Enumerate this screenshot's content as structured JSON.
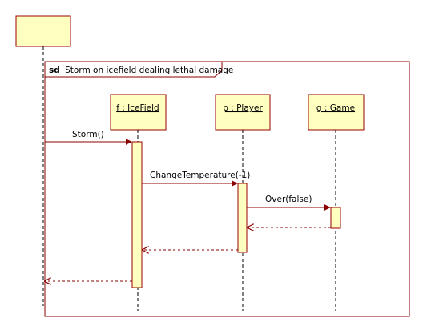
{
  "frame": {
    "keyword": "sd",
    "name": "Storm on icefield dealing lethal damage"
  },
  "lifelines": [
    {
      "id": "actor",
      "label": ""
    },
    {
      "id": "f",
      "label": "f : IceField"
    },
    {
      "id": "p",
      "label": "p : Player"
    },
    {
      "id": "g",
      "label": "g : Game"
    }
  ],
  "messages": [
    {
      "label": "Storm()"
    },
    {
      "label": "ChangeTemperature(-1)"
    },
    {
      "label": "Over(false)"
    }
  ],
  "colors": {
    "box_fill": "#FFFFC0",
    "box_stroke": "#990000",
    "message_line": "#8B0000",
    "frame_line": "#8B0000",
    "lifeline_dash": "#000000"
  }
}
